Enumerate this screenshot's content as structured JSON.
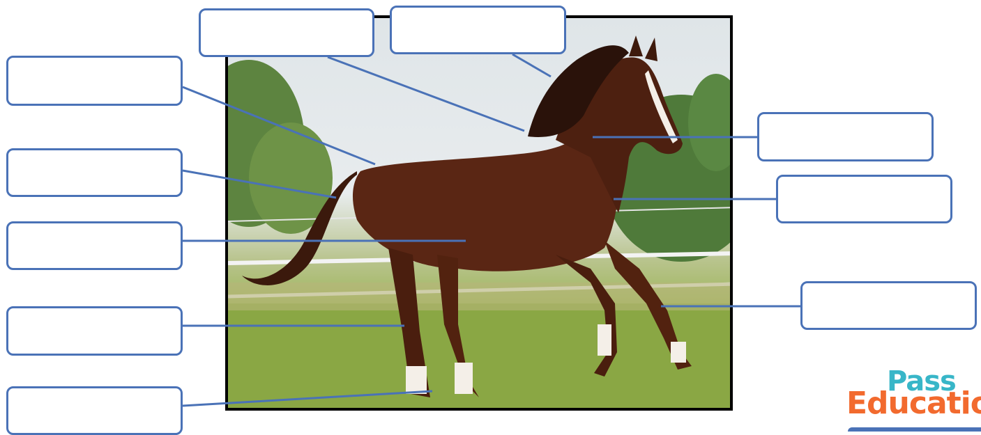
{
  "diagram": {
    "subject": "horse-anatomy-labeling",
    "photo_colors": {
      "coat": "#5a2614",
      "mane": "#2a120a",
      "blaze": "#f4efe8",
      "grass": "#8aa744",
      "sky": "#e3e8ea",
      "trees": "#4f7a3a",
      "fence": "#f3f3f3"
    },
    "leader_color": "#4a72b7",
    "label_boxes": [
      {
        "id": "tl",
        "text": ""
      },
      {
        "id": "top-left",
        "text": ""
      },
      {
        "id": "top-center",
        "text": ""
      },
      {
        "id": "l2",
        "text": ""
      },
      {
        "id": "l3",
        "text": ""
      },
      {
        "id": "l4",
        "text": ""
      },
      {
        "id": "l5",
        "text": ""
      },
      {
        "id": "r1",
        "text": ""
      },
      {
        "id": "r2",
        "text": ""
      },
      {
        "id": "r3",
        "text": ""
      }
    ]
  },
  "logo": {
    "line1": "Pass",
    "line2": "Educatio",
    "colors": {
      "pass": "#38b6c8",
      "education": "#f26a2e",
      "bar": "#4a72b7"
    }
  }
}
